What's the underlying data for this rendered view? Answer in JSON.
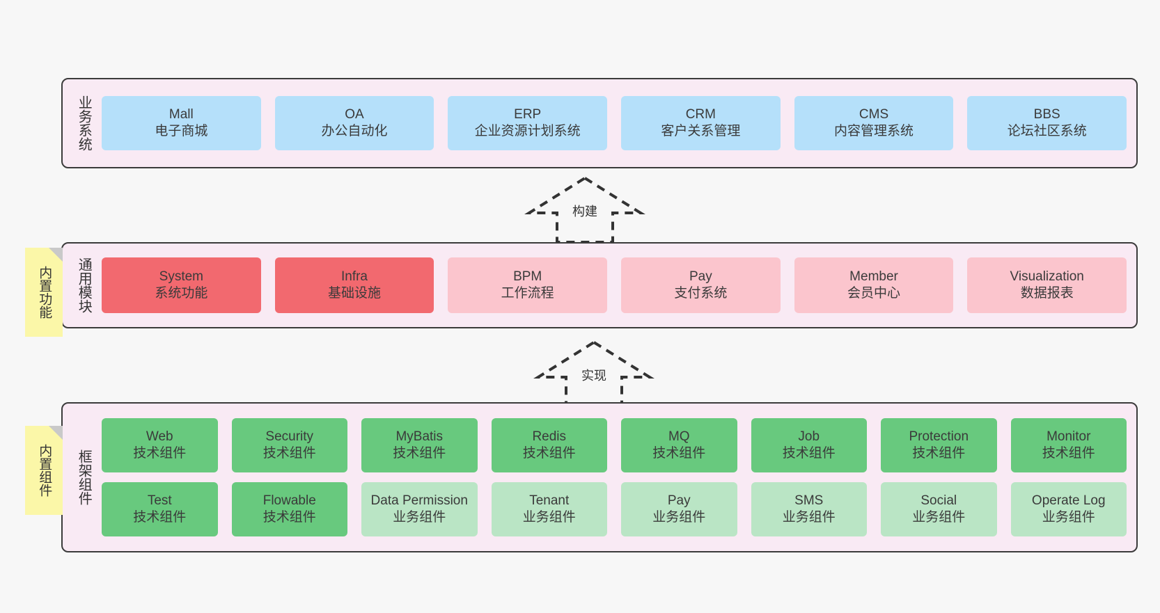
{
  "diagram": {
    "title_business": "业务系统",
    "title_common": "通用模块",
    "title_framework": "框架组件"
  },
  "notes": [
    {
      "id": "builtin-features",
      "label": "内置功能"
    },
    {
      "id": "builtin-components",
      "label": "内置组件"
    }
  ],
  "arrows": [
    {
      "id": "build",
      "label": "构建"
    },
    {
      "id": "implement",
      "label": "实现"
    }
  ],
  "colors": {
    "canvas": "#f7f7f7",
    "panel_bg": "#f9eaf4",
    "panel_border": "#3b3b3b",
    "blue": "#b5e0fa",
    "red": "#f2696f",
    "pink": "#fbc5cd",
    "green": "#68c97e",
    "light_green": "#bae5c5",
    "note_yellow": "#fbf7a8",
    "note_fold": "#c9c9c9",
    "text": "#333333"
  },
  "business_systems": [
    {
      "en": "Mall",
      "cn": "电子商城"
    },
    {
      "en": "OA",
      "cn": "办公自动化"
    },
    {
      "en": "ERP",
      "cn": "企业资源计划系统"
    },
    {
      "en": "CRM",
      "cn": "客户关系管理"
    },
    {
      "en": "CMS",
      "cn": "内容管理系统"
    },
    {
      "en": "BBS",
      "cn": "论坛社区系统"
    }
  ],
  "common_modules": [
    {
      "en": "System",
      "cn": "系统功能",
      "color": "red"
    },
    {
      "en": "Infra",
      "cn": "基础设施",
      "color": "red"
    },
    {
      "en": "BPM",
      "cn": "工作流程",
      "color": "pink"
    },
    {
      "en": "Pay",
      "cn": "支付系统",
      "color": "pink"
    },
    {
      "en": "Member",
      "cn": "会员中心",
      "color": "pink"
    },
    {
      "en": "Visualization",
      "cn": "数据报表",
      "color": "pink"
    }
  ],
  "framework_tech": [
    {
      "en": "Web",
      "cn": "技术组件"
    },
    {
      "en": "Security",
      "cn": "技术组件"
    },
    {
      "en": "MyBatis",
      "cn": "技术组件"
    },
    {
      "en": "Redis",
      "cn": "技术组件"
    },
    {
      "en": "MQ",
      "cn": "技术组件"
    },
    {
      "en": "Job",
      "cn": "技术组件"
    },
    {
      "en": "Protection",
      "cn": "技术组件"
    },
    {
      "en": "Monitor",
      "cn": "技术组件"
    }
  ],
  "framework_business": [
    {
      "en": "Test",
      "cn": "技术组件",
      "color": "green"
    },
    {
      "en": "Flowable",
      "cn": "技术组件",
      "color": "green"
    },
    {
      "en": "Data Permission",
      "cn": "业务组件",
      "color": "light_green"
    },
    {
      "en": "Tenant",
      "cn": "业务组件",
      "color": "light_green"
    },
    {
      "en": "Pay",
      "cn": "业务组件",
      "color": "light_green"
    },
    {
      "en": "SMS",
      "cn": "业务组件",
      "color": "light_green"
    },
    {
      "en": "Social",
      "cn": "业务组件",
      "color": "light_green"
    },
    {
      "en": "Operate Log",
      "cn": "业务组件",
      "color": "light_green"
    }
  ]
}
